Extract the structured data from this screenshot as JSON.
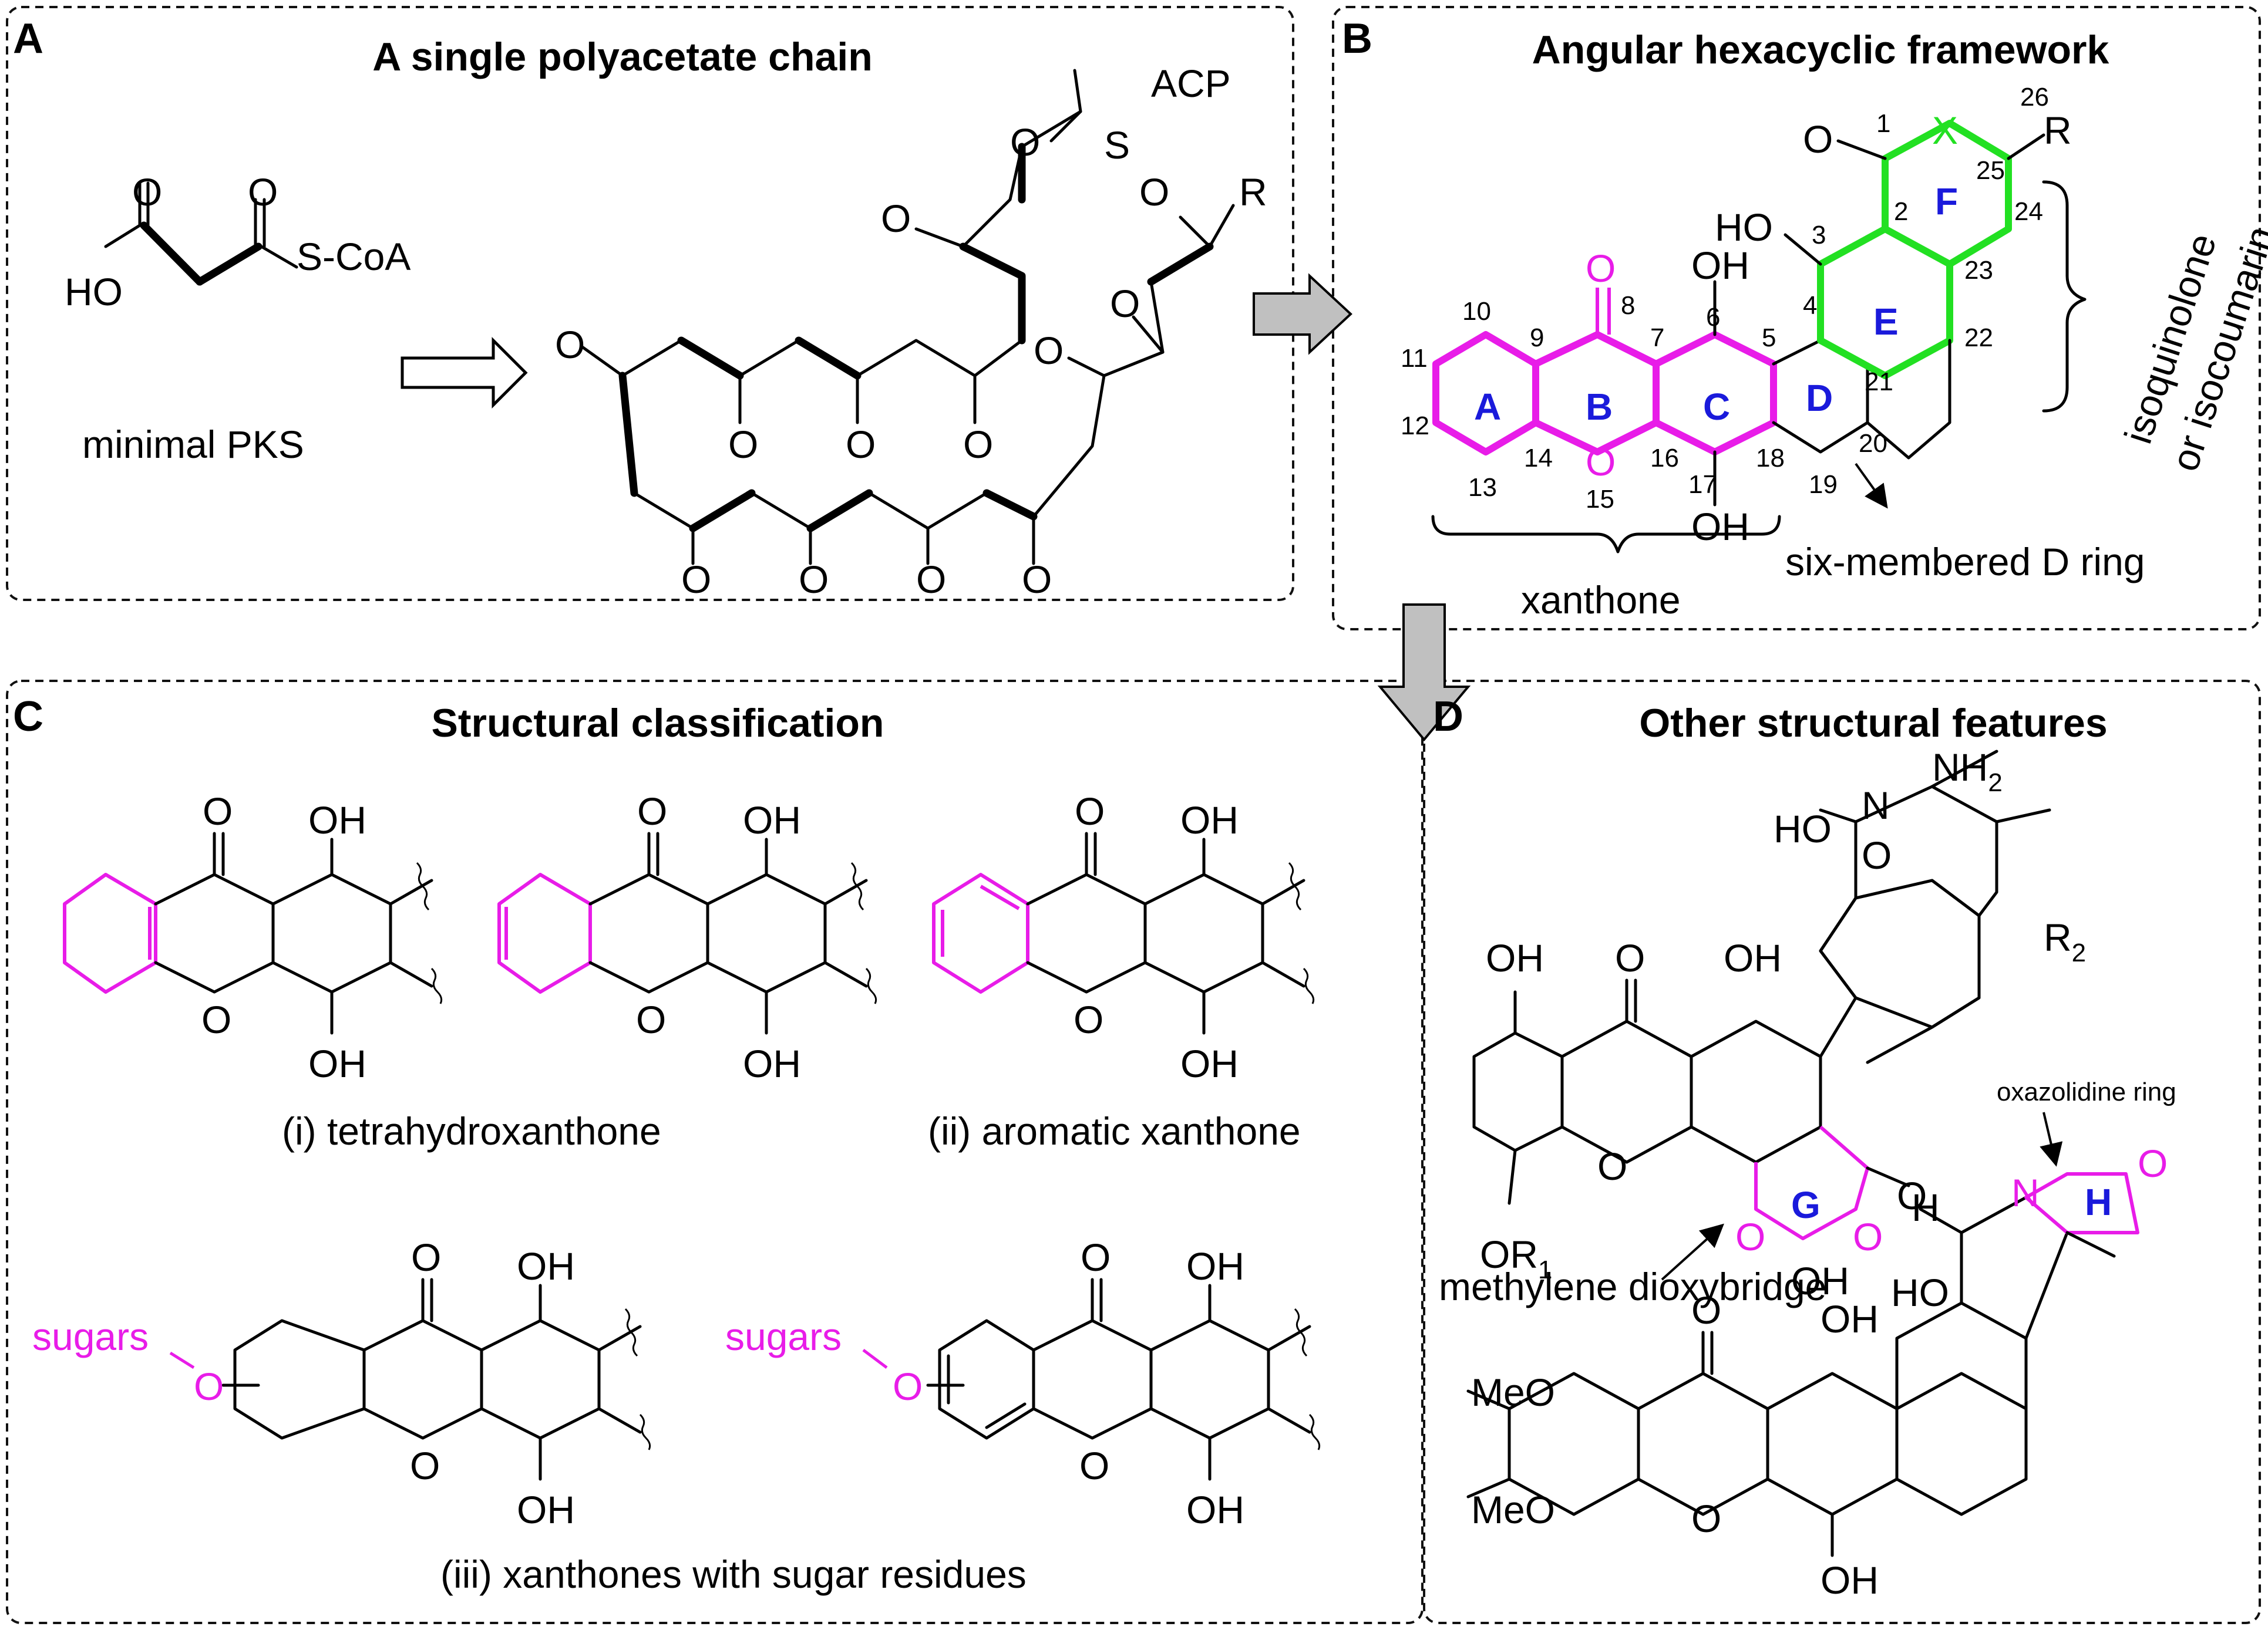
{
  "panels": {
    "A": {
      "letter": "A",
      "title": "A single polyacetate chain",
      "reagent_left": "HO",
      "reagent_right": "S-CoA",
      "enzyme": "minimal PKS",
      "acp": "ACP",
      "s_atom": "S",
      "r_group": "R",
      "oxygen": "O"
    },
    "B": {
      "letter": "B",
      "title": "Angular hexacyclic framework",
      "rings": [
        "A",
        "B",
        "C",
        "D",
        "E",
        "F"
      ],
      "numbers": [
        "1",
        "2",
        "3",
        "4",
        "5",
        "6",
        "7",
        "8",
        "9",
        "10",
        "11",
        "12",
        "13",
        "14",
        "15",
        "16",
        "17",
        "18",
        "19",
        "20",
        "21",
        "22",
        "23",
        "24",
        "25",
        "26"
      ],
      "ring_atom_o": "O",
      "oh": "OH",
      "ho": "HO",
      "x_atom": "X",
      "r_group": "R",
      "label_xanthone": "xanthone",
      "label_dring": "six-membered D ring",
      "label_iso_1": "isoquinolone",
      "label_iso_2": "or isocoumarin"
    },
    "C": {
      "letter": "C",
      "title": "Structural classification",
      "label_i": "(i) tetrahydroxanthone",
      "label_ii": "(ii) aromatic xanthone",
      "label_iii": "(iii) xanthones with sugar residues",
      "sugars": "sugars",
      "oh": "OH",
      "oxygen": "O"
    },
    "D": {
      "letter": "D",
      "title": "Other structural features",
      "nh2": "NH",
      "nh2_sub": "2",
      "n_atom": "N",
      "r2": "R",
      "r2_sub": "2",
      "or1": "OR",
      "or1_sub": "1",
      "oh": "OH",
      "ho": "HO",
      "h": "H",
      "meo": "MeO",
      "oxygen": "O",
      "ring_g": "G",
      "ring_h": "H",
      "label_oxazolidine": "oxazolidine ring",
      "label_methylene": "methylene dioxybridge"
    }
  },
  "colors": {
    "magenta": "#e81ce8",
    "green": "#22e022",
    "ring_label": "#1a1adb",
    "arrow_gray": "#c0c0c0"
  }
}
